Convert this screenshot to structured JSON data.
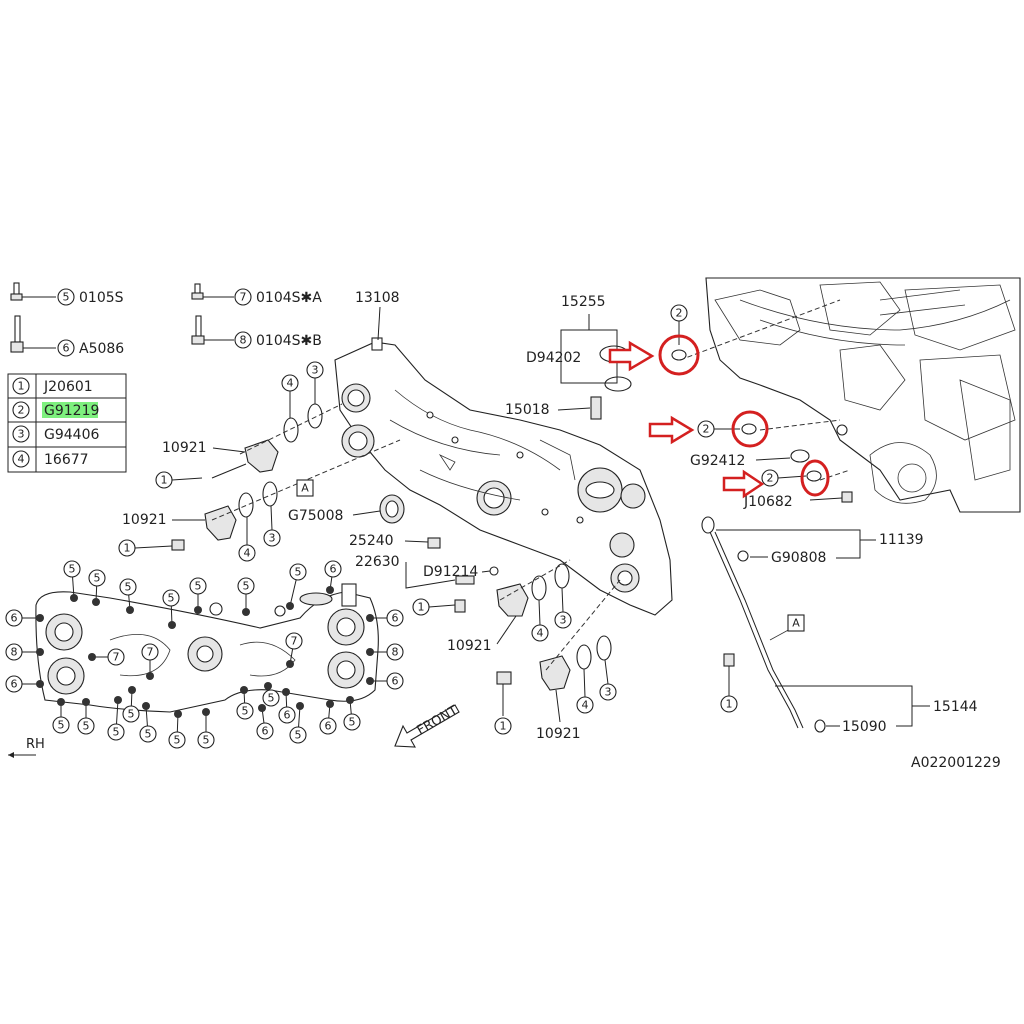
{
  "legend_top": {
    "ref5": "5",
    "code5": "0105S",
    "ref6": "6",
    "code6": "A5086",
    "ref7": "7",
    "code7": "0104S✱A",
    "ref8": "8",
    "code8": "0104S✱B"
  },
  "legend_table": {
    "rows": [
      {
        "ref": "1",
        "code": "J20601"
      },
      {
        "ref": "2",
        "code": "G91219"
      },
      {
        "ref": "3",
        "code": "G94406"
      },
      {
        "ref": "4",
        "code": "16677"
      }
    ],
    "highlight_color": "#7ef07e"
  },
  "parts": {
    "p13108": "13108",
    "p15255": "15255",
    "pD94202": "D94202",
    "p15018": "15018",
    "p10921": "10921",
    "pG75008": "G75008",
    "p25240": "25240",
    "p22630": "22630",
    "pD91214": "D91214",
    "pG92412": "G92412",
    "pJ10682": "J10682",
    "p11139": "11139",
    "pG90808": "G90808",
    "p15144": "15144",
    "p15090": "15090"
  },
  "refs": {
    "r1": "1",
    "r2": "2",
    "r3": "3",
    "r4": "4",
    "r5": "5",
    "r6": "6",
    "r7": "7",
    "r8": "8",
    "A": "A"
  },
  "direction": {
    "front": "FRONT",
    "rh": "RH"
  },
  "diagram_id": "A022001229",
  "annotation_color": "#d42020"
}
